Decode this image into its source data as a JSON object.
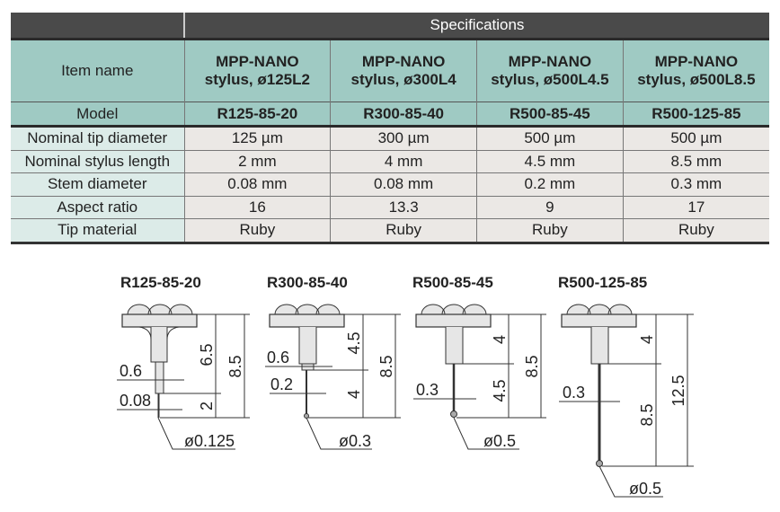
{
  "table": {
    "spec_header": "Specifications",
    "item_name_label": "Item name",
    "items": [
      "MPP-NANO stylus, ø125L2",
      "MPP-NANO stylus, ø300L4",
      "MPP-NANO stylus, ø500L4.5",
      "MPP-NANO stylus, ø500L8.5"
    ],
    "items_line1": [
      "MPP-NANO",
      "MPP-NANO",
      "MPP-NANO",
      "MPP-NANO"
    ],
    "items_line2": [
      "stylus, ø125L2",
      "stylus, ø300L4",
      "stylus, ø500L4.5",
      "stylus, ø500L8.5"
    ],
    "model_label": "Model",
    "models": [
      "R125-85-20",
      "R300-85-40",
      "R500-85-45",
      "R500-125-85"
    ],
    "rows": [
      {
        "label": "Nominal tip diameter",
        "values": [
          "125 µm",
          "300 µm",
          "500 µm",
          "500 µm"
        ]
      },
      {
        "label": "Nominal stylus length",
        "values": [
          "2 mm",
          "4 mm",
          "4.5 mm",
          "8.5 mm"
        ]
      },
      {
        "label": "Stem diameter",
        "values": [
          "0.08 mm",
          "0.08 mm",
          "0.2 mm",
          "0.3 mm"
        ]
      },
      {
        "label": "Aspect ratio",
        "values": [
          "16",
          "13.3",
          "9",
          "17"
        ]
      },
      {
        "label": "Tip material",
        "values": [
          "Ruby",
          "Ruby",
          "Ruby",
          "Ruby"
        ]
      }
    ]
  },
  "drawings": [
    {
      "title": "R125-85-20",
      "upper": "6.5",
      "lower": "2",
      "total": "8.5",
      "d1": "0.6",
      "d2": "0.08",
      "tip": "ø0.125"
    },
    {
      "title": "R300-85-40",
      "upper": "4.5",
      "lower": "4",
      "total": "8.5",
      "d1": "0.6",
      "d2": "0.2",
      "tip": "ø0.3"
    },
    {
      "title": "R500-85-45",
      "upper": "4",
      "lower": "4.5",
      "total": "8.5",
      "d1": "0.3",
      "tip": "ø0.5"
    },
    {
      "title": "R500-125-85",
      "upper": "4",
      "lower": "8.5",
      "total": "12.5",
      "d1": "0.3",
      "tip": "ø0.5"
    }
  ]
}
